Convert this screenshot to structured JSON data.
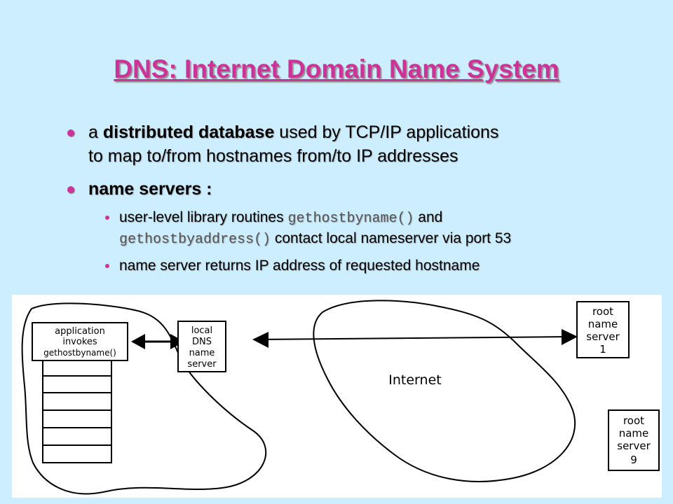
{
  "slide": {
    "title": "DNS: Internet Domain Name System"
  },
  "bullets": [
    {
      "pre": "a ",
      "bold": "distributed database",
      "post1": " used by TCP/IP applications",
      "line2": "to map to/from hostnames from/to IP addresses"
    },
    {
      "bold": "name servers :"
    }
  ],
  "subbullets": [
    {
      "text1": "user-level library routines ",
      "code1": "gethostbyname()",
      "text2": " and",
      "code2": "gethostbyaddress()",
      "text3": " contact local nameserver via port 53"
    },
    {
      "text1": "name server returns IP address of requested hostname"
    }
  ],
  "diagram": {
    "app_box": [
      "application",
      "invokes",
      "gethostbyname()"
    ],
    "local_dns": [
      "local",
      "DNS",
      "name",
      "server"
    ],
    "internet": "Internet",
    "root1": [
      "root",
      "name",
      "server",
      "1"
    ],
    "root9": [
      "root",
      "name",
      "server",
      "9"
    ]
  }
}
